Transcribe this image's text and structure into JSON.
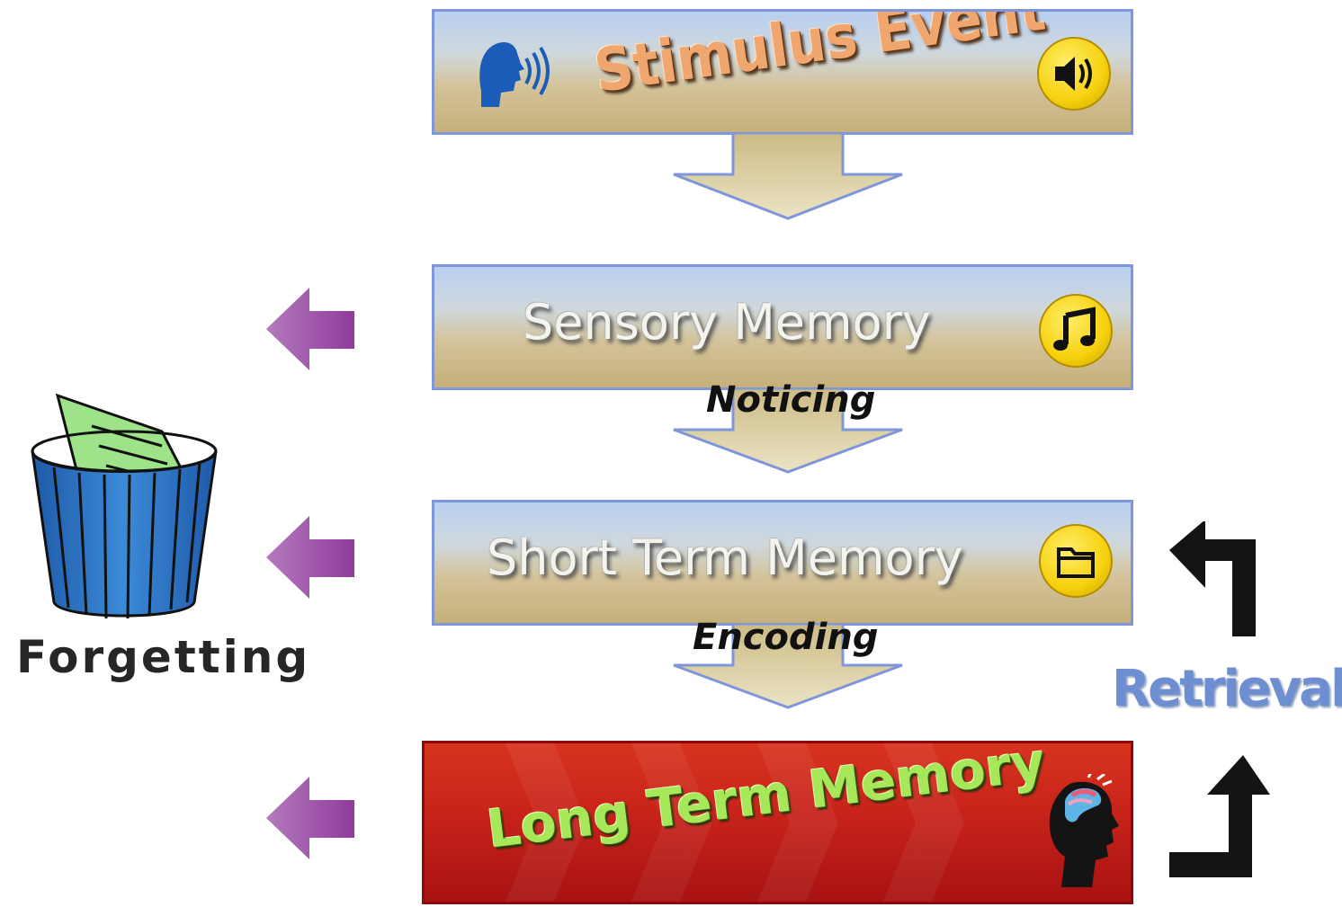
{
  "stages": {
    "stimulus": {
      "label": "Stimulus Event",
      "icon": "speaker-icon"
    },
    "sensory": {
      "label": "Sensory Memory",
      "icon": "music-note-icon"
    },
    "short_term": {
      "label": "Short Term Memory",
      "icon": "folder-icon"
    },
    "long_term": {
      "label": "Long Term Memory",
      "icon": "head-profile-icon"
    }
  },
  "processes": {
    "noticing": "Noticing",
    "encoding": "Encoding"
  },
  "forgetting": {
    "label": "Forgetting",
    "icon": "trash-bin-icon"
  },
  "retrieval": {
    "label": "Retrieval"
  },
  "colors": {
    "stage_border": "#7f97d8",
    "down_arrow_fill": "#d6c89a",
    "down_arrow_border": "#7f97d8",
    "forget_arrow": "#9b4fa6",
    "ltm_red": "#c7231a",
    "ltm_text": "#a7e85a",
    "icon_yellow": "#f6d10d",
    "retrieval_text": "#6d8ed1",
    "bin_blue": "#2c74c6",
    "paper_green": "#9ee38a"
  }
}
